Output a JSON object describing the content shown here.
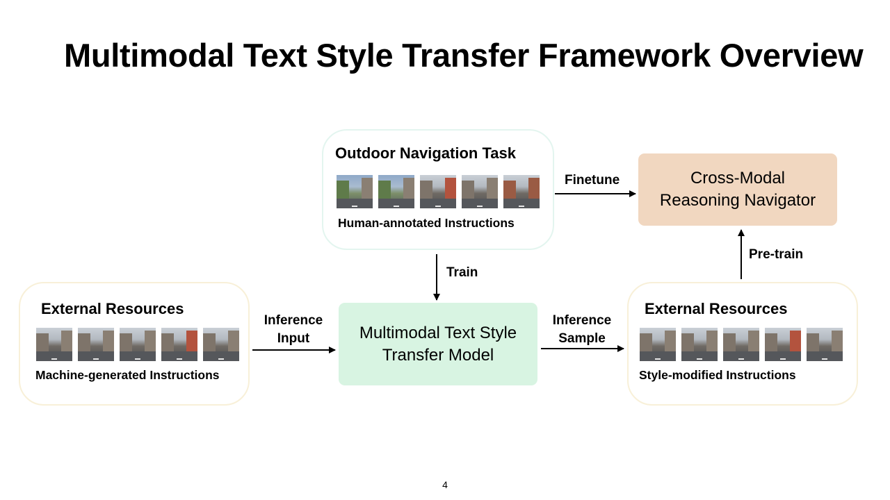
{
  "slide": {
    "title": "Multimodal Text Style Transfer Framework Overview",
    "page_number": "4"
  },
  "nav_task": {
    "title": "Outdoor Navigation Task",
    "subtitle": "Human-annotated Instructions",
    "thumbnail_count": 5
  },
  "ext_left": {
    "title": "External Resources",
    "subtitle": "Machine-generated Instructions",
    "thumbnail_count": 5
  },
  "ext_right": {
    "title": "External Resources",
    "subtitle": "Style-modified Instructions",
    "thumbnail_count": 5
  },
  "model": {
    "line1": "Multimodal Text Style",
    "line2": "Transfer Model"
  },
  "navigator": {
    "line1": "Cross-Modal",
    "line2": "Reasoning Navigator"
  },
  "edges": {
    "finetune": "Finetune",
    "train": "Train",
    "pretrain": "Pre-train",
    "inference_input_1": "Inference",
    "inference_input_2": "Input",
    "inference_sample_1": "Inference",
    "inference_sample_2": "Sample"
  },
  "colors": {
    "model_fill": "#d8f4e2",
    "navigator_fill": "#f1d7c0",
    "nav_border": "#e3f5ef",
    "ext_border": "#f8f0d8"
  }
}
